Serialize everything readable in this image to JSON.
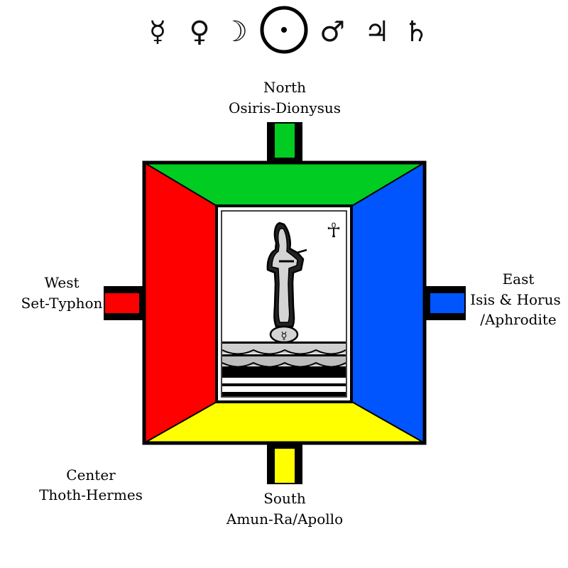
{
  "planet_symbols": [
    {
      "name": "mercury",
      "glyph": "☿"
    },
    {
      "name": "venus",
      "glyph": "♀"
    },
    {
      "name": "moon",
      "glyph": "☽"
    },
    {
      "name": "sun",
      "glyph": "☉"
    },
    {
      "name": "mars",
      "glyph": "♂"
    },
    {
      "name": "jupiter",
      "glyph": "♃"
    },
    {
      "name": "saturn",
      "glyph": "♄"
    }
  ],
  "directions": {
    "north": {
      "title": "North",
      "deity": "Osiris-Dionysus",
      "color": "#00CC22"
    },
    "west": {
      "title": "West",
      "deity": "Set-Typhon",
      "color": "#FF0000"
    },
    "east": {
      "title": "East",
      "deity_line1": "Isis & Horus",
      "deity_line2": "/Aphrodite",
      "color": "#0055FF"
    },
    "south": {
      "title": "South",
      "deity": "Amun-Ra/Apollo",
      "color": "#FFFF00"
    },
    "center": {
      "title": "Center",
      "deity": "Thoth-Hermes"
    }
  },
  "card": {
    "ankh_glyph": "☥",
    "hermes_glyph": "☿"
  }
}
